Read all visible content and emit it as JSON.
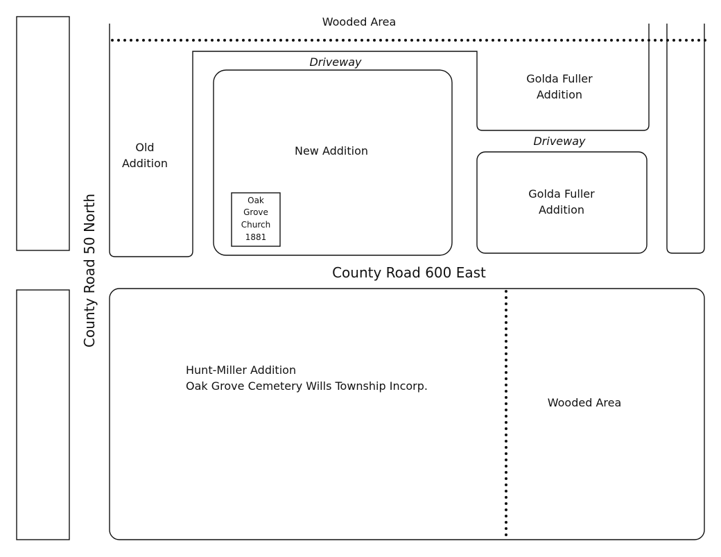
{
  "map": {
    "wooded_area_top": "Wooded Area",
    "wooded_area_lower_right": "Wooded Area",
    "driveway_top": "Driveway",
    "driveway_right": "Driveway",
    "old_addition": [
      "Old",
      "Addition"
    ],
    "new_addition": "New Addition",
    "church": [
      "Oak",
      "Grove",
      "Church",
      "1881"
    ],
    "golda_fuller_upper": [
      "Golda Fuller",
      "Addition"
    ],
    "golda_fuller_lower": [
      "Golda Fuller",
      "Addition"
    ],
    "road_east": "County Road 600 East",
    "road_north": "County Road 50 North",
    "hunt_miller": [
      "Hunt-Miller Addition",
      "Oak Grove Cemetery Wills Township Incorp."
    ]
  }
}
